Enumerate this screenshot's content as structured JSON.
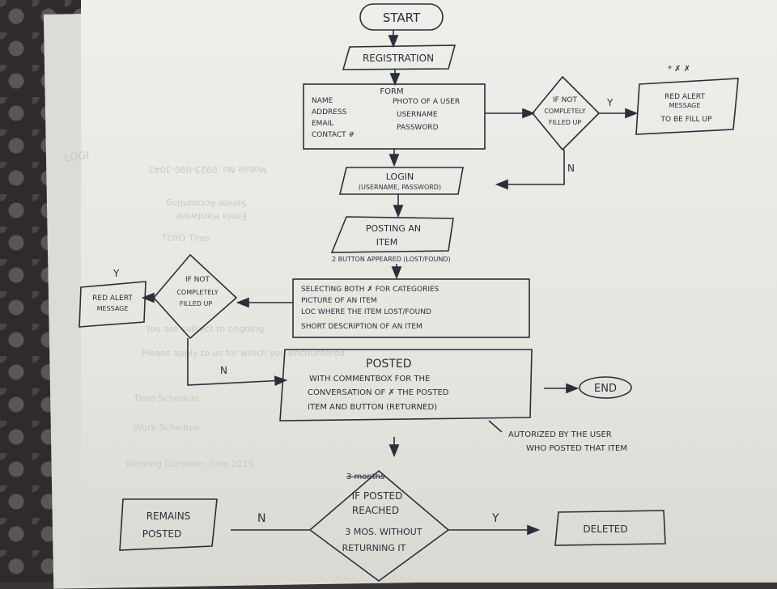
{
  "nodes": {
    "start": "START",
    "registration": "REGISTRATION",
    "form_title": "FORM",
    "form_left": [
      "NAME",
      "ADDRESS",
      "EMAIL",
      "CONTACT #"
    ],
    "form_right": [
      "PHOTO OF A USER",
      "USERNAME",
      "PASSWORD"
    ],
    "decision1": [
      "IF NOT",
      "COMPLETELY",
      "FILLED UP"
    ],
    "alert1_mark": "* ✗ ✗",
    "alert1": [
      "RED ALERT",
      "MESSAGE",
      "TO BE FILL UP"
    ],
    "login": [
      "LOGIN",
      "(USERNAME, PASSWORD)"
    ],
    "posting": [
      "POSTING AN",
      "ITEM"
    ],
    "posting_note": "2 BUTTON APPEARED (LOST/FOUND)",
    "selecting": [
      "SELECTING BOTH ✗ FOR CATEGORIES",
      "PICTURE OF AN ITEM",
      "LOC WHERE THE ITEM LOST/FOUND",
      "SHORT DESCRIPTION OF AN ITEM"
    ],
    "decision2": [
      "IF NOT",
      "COMPLETELY",
      "FILLED UP"
    ],
    "alert2": [
      "RED ALERT",
      "MESSAGE"
    ],
    "posted": [
      "POSTED",
      "WITH COMMENTBOX FOR THE",
      "CONVERSATION OF ✗ THE POSTED",
      "ITEM AND BUTTON (RETURNED)"
    ],
    "end": "END",
    "authorized": [
      "AUTORIZED BY THE USER",
      "WHO POSTED THAT ITEM"
    ],
    "decision3_strike": "3 months",
    "decision3": [
      "IF POSTED",
      "REACHED",
      "3 MOS. WITHOUT",
      "RETURNING IT"
    ],
    "remains": [
      "REMAINS",
      "POSTED"
    ],
    "deleted": "DELETED"
  },
  "edge_labels": {
    "y1": "Y",
    "n1": "N",
    "y2": "Y",
    "n2": "N",
    "n3": "N",
    "y3": "Y"
  },
  "background": {
    "left_edge": "LOGI",
    "ghost_lines": [
      "Mobile No. 0923-090-3043",
      "Senior Accounting",
      "Enola Hardware",
      "TOYO Tires",
      "You are subject to ongoing",
      "Please apply to us for which you encountered",
      "Time Schedule",
      "Work Schedule",
      "Working Duration: June 2015"
    ]
  },
  "colors": {
    "ink": "#2a2f3a",
    "paper": "#e8e8e4",
    "fabric": "#3a3638"
  }
}
